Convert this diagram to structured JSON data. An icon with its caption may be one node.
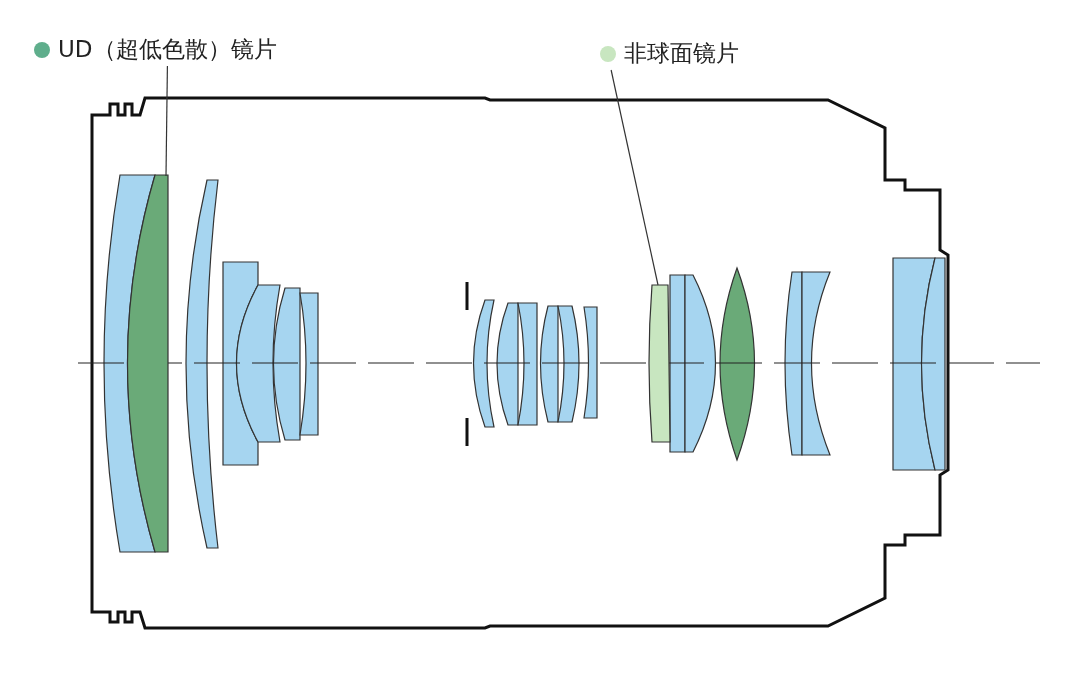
{
  "diagram": {
    "nodes": [
      {
        "text": [
          "UD（超低色散）镜片"
        ]
      },
      {
        "text": [
          "非球面镜片"
        ]
      },
      {
        "text": [],
        "shape": "lens"
      },
      {
        "text": [],
        "shape": "lens"
      }
    ],
    "edges": [
      {
        "from": 0,
        "to": 2,
        "arrow": "none"
      },
      {
        "from": 1,
        "to": 3,
        "arrow": "none"
      }
    ]
  }
}
